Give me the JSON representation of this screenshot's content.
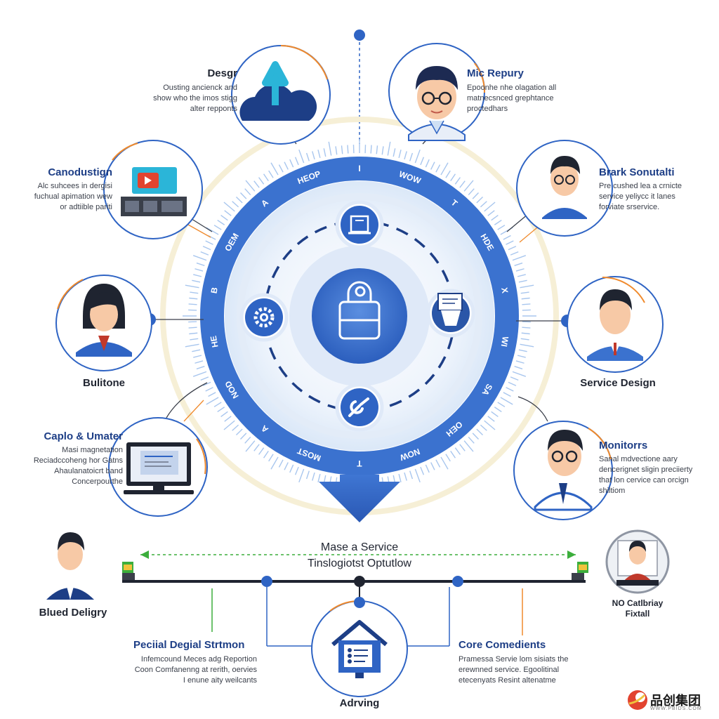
{
  "nodes": {
    "design": {
      "title": "Desgr",
      "lines": [
        "Ousting ancienck and",
        "show who the imos stigg",
        "alter repponts"
      ],
      "icon": "cloud-upload-icon"
    },
    "candusting": {
      "title": "Canodustign",
      "lines": [
        "Alc suhcees in dergisi",
        "fuchual apimation wew",
        "or adtiible pariti"
      ],
      "icon": "video-player-icon"
    },
    "bulitone": {
      "title": "Bulitone",
      "icon": "woman-avatar-icon"
    },
    "caplo": {
      "title": "Caplo & Umater",
      "lines": [
        "Masi magnetation",
        "Reciadccoheng hor Gatns",
        "Ahaulanatoicrt band",
        "Concerpourthe"
      ],
      "icon": "computer-monitor-icon"
    },
    "blued": {
      "title": "Blued Deligry",
      "icon": "man-suit-avatar-icon"
    },
    "pecial": {
      "title": "Peciial Degial Strtmon",
      "lines": [
        "Infemcound Meces adg Reportion",
        "Coon Comfanenng at rerith, oervies",
        "I enune aity weilcants"
      ]
    },
    "adrving": {
      "title": "Adrving",
      "icon": "house-document-icon"
    },
    "core": {
      "title": "Core Comedients",
      "lines": [
        "Pramessa Servie lom sisiats the",
        "erewnned service. Egoolitinal",
        "etecenyats Resint altenatme"
      ]
    },
    "nocat": {
      "title": "NO Catlbriay",
      "subtitle": "Fixtall",
      "icon": "operator-avatar-icon"
    },
    "monitors": {
      "title": "Monitorrs",
      "lines": [
        "Sanal mdvectione aary",
        "dencerignet sligin preciierty",
        "that lon cervice can orcign",
        "shiltiom"
      ],
      "icon": "man-glasses-avatar-icon"
    },
    "service_design": {
      "title": "Service Design",
      "icon": "man-tie-avatar-icon"
    },
    "brark": {
      "title": "Brark Sonutalti",
      "lines": [
        "Pre cushed lea a crnicte",
        "service yeliycc it lanes",
        "forviate srservice."
      ],
      "icon": "man-glasses-avatar-icon"
    },
    "mic": {
      "title": "Mic Repury",
      "lines": [
        "Epoonhe nhe olagation all",
        "matnecsnced grephtance",
        "proctedhars"
      ],
      "icon": "man-glasses-avatar-icon"
    }
  },
  "ring_labels": [
    "HEOP",
    "I",
    "WOW",
    "T",
    "HDE",
    "X",
    "WI",
    "SA",
    "OEH",
    "NOW",
    "T",
    "MOST",
    "A",
    "NOD",
    "HE",
    "B",
    "OEM",
    "A"
  ],
  "center": {
    "icon": "briefcase-icon"
  },
  "inner_icons": [
    "id-card-icon",
    "gear-icon",
    "voting-box-icon",
    "wrench-icon"
  ],
  "timeline": {
    "line1": "Mase a Service",
    "line2": "Tinslogiotst Optutlow"
  },
  "watermark": {
    "text": "品创集团",
    "url": "WWW.PBIDS.COM"
  },
  "colors": {
    "primary": "#2f64c4",
    "navy": "#1d3e86",
    "orange": "#f08a2c",
    "green": "#3cae3c",
    "ring_light": "#a8c6ee"
  }
}
